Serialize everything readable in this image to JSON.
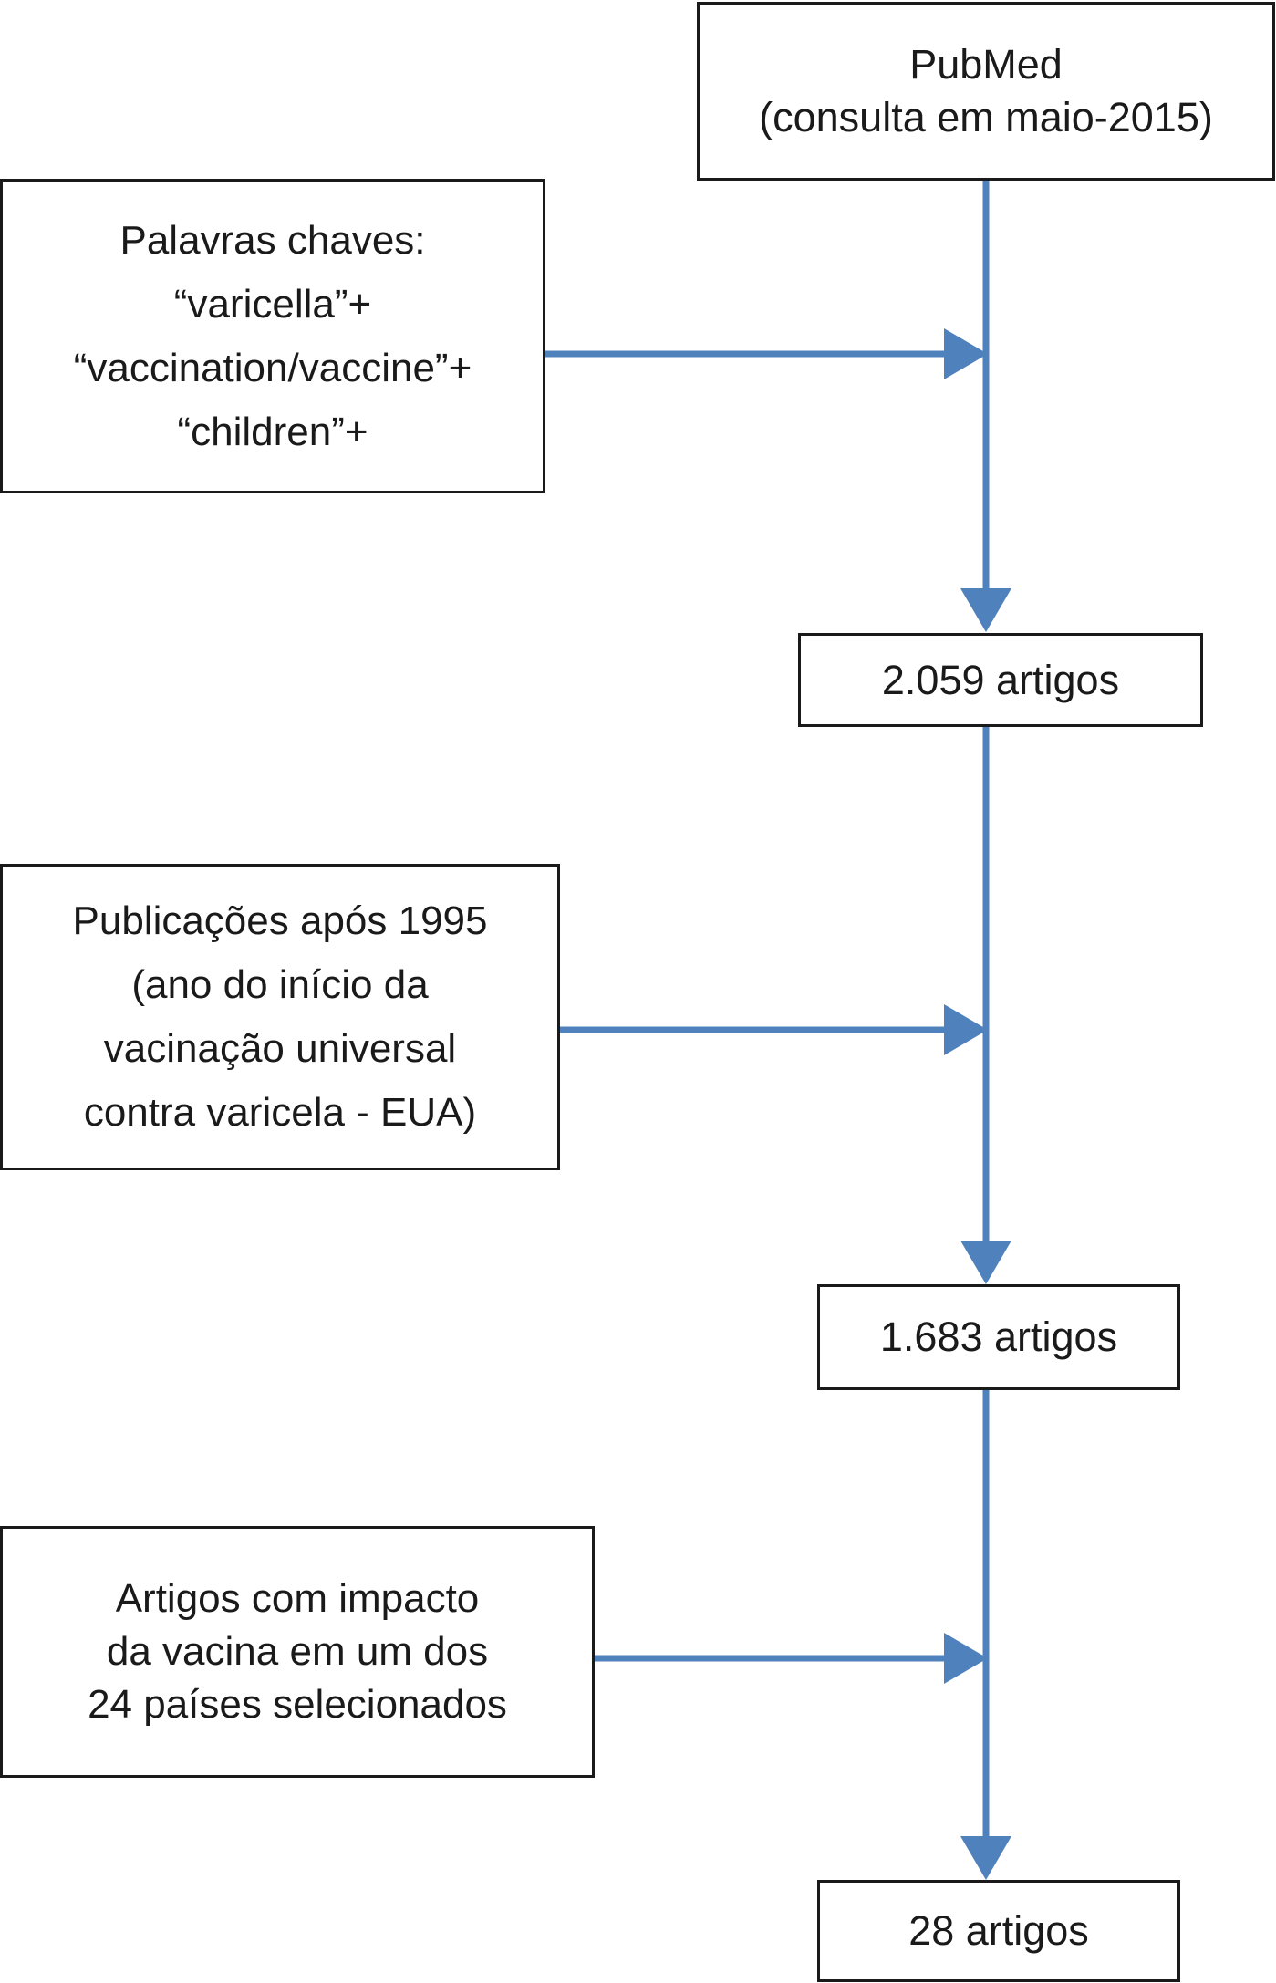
{
  "colors": {
    "arrow": "#4f81bd",
    "border": "#1a1a1a",
    "text": "#1a1a1a"
  },
  "nodes": {
    "pubmed": {
      "lines": [
        "PubMed",
        "(consulta em maio-2015)"
      ]
    },
    "keywords": {
      "lines": [
        "Palavras chaves:",
        "“varicella”+",
        "“vaccination/vaccine”+",
        "“children”+"
      ]
    },
    "result1": {
      "lines": [
        "2.059 artigos"
      ]
    },
    "filter_year": {
      "lines": [
        "Publicações após 1995",
        "(ano do início da",
        "vacinação universal",
        "contra varicela - EUA)"
      ]
    },
    "result2": {
      "lines": [
        "1.683 artigos"
      ]
    },
    "filter_impact": {
      "lines": [
        "Artigos com impacto",
        "da vacina em um dos",
        "24 países selecionados"
      ]
    },
    "result3": {
      "lines": [
        "28 artigos"
      ]
    }
  }
}
